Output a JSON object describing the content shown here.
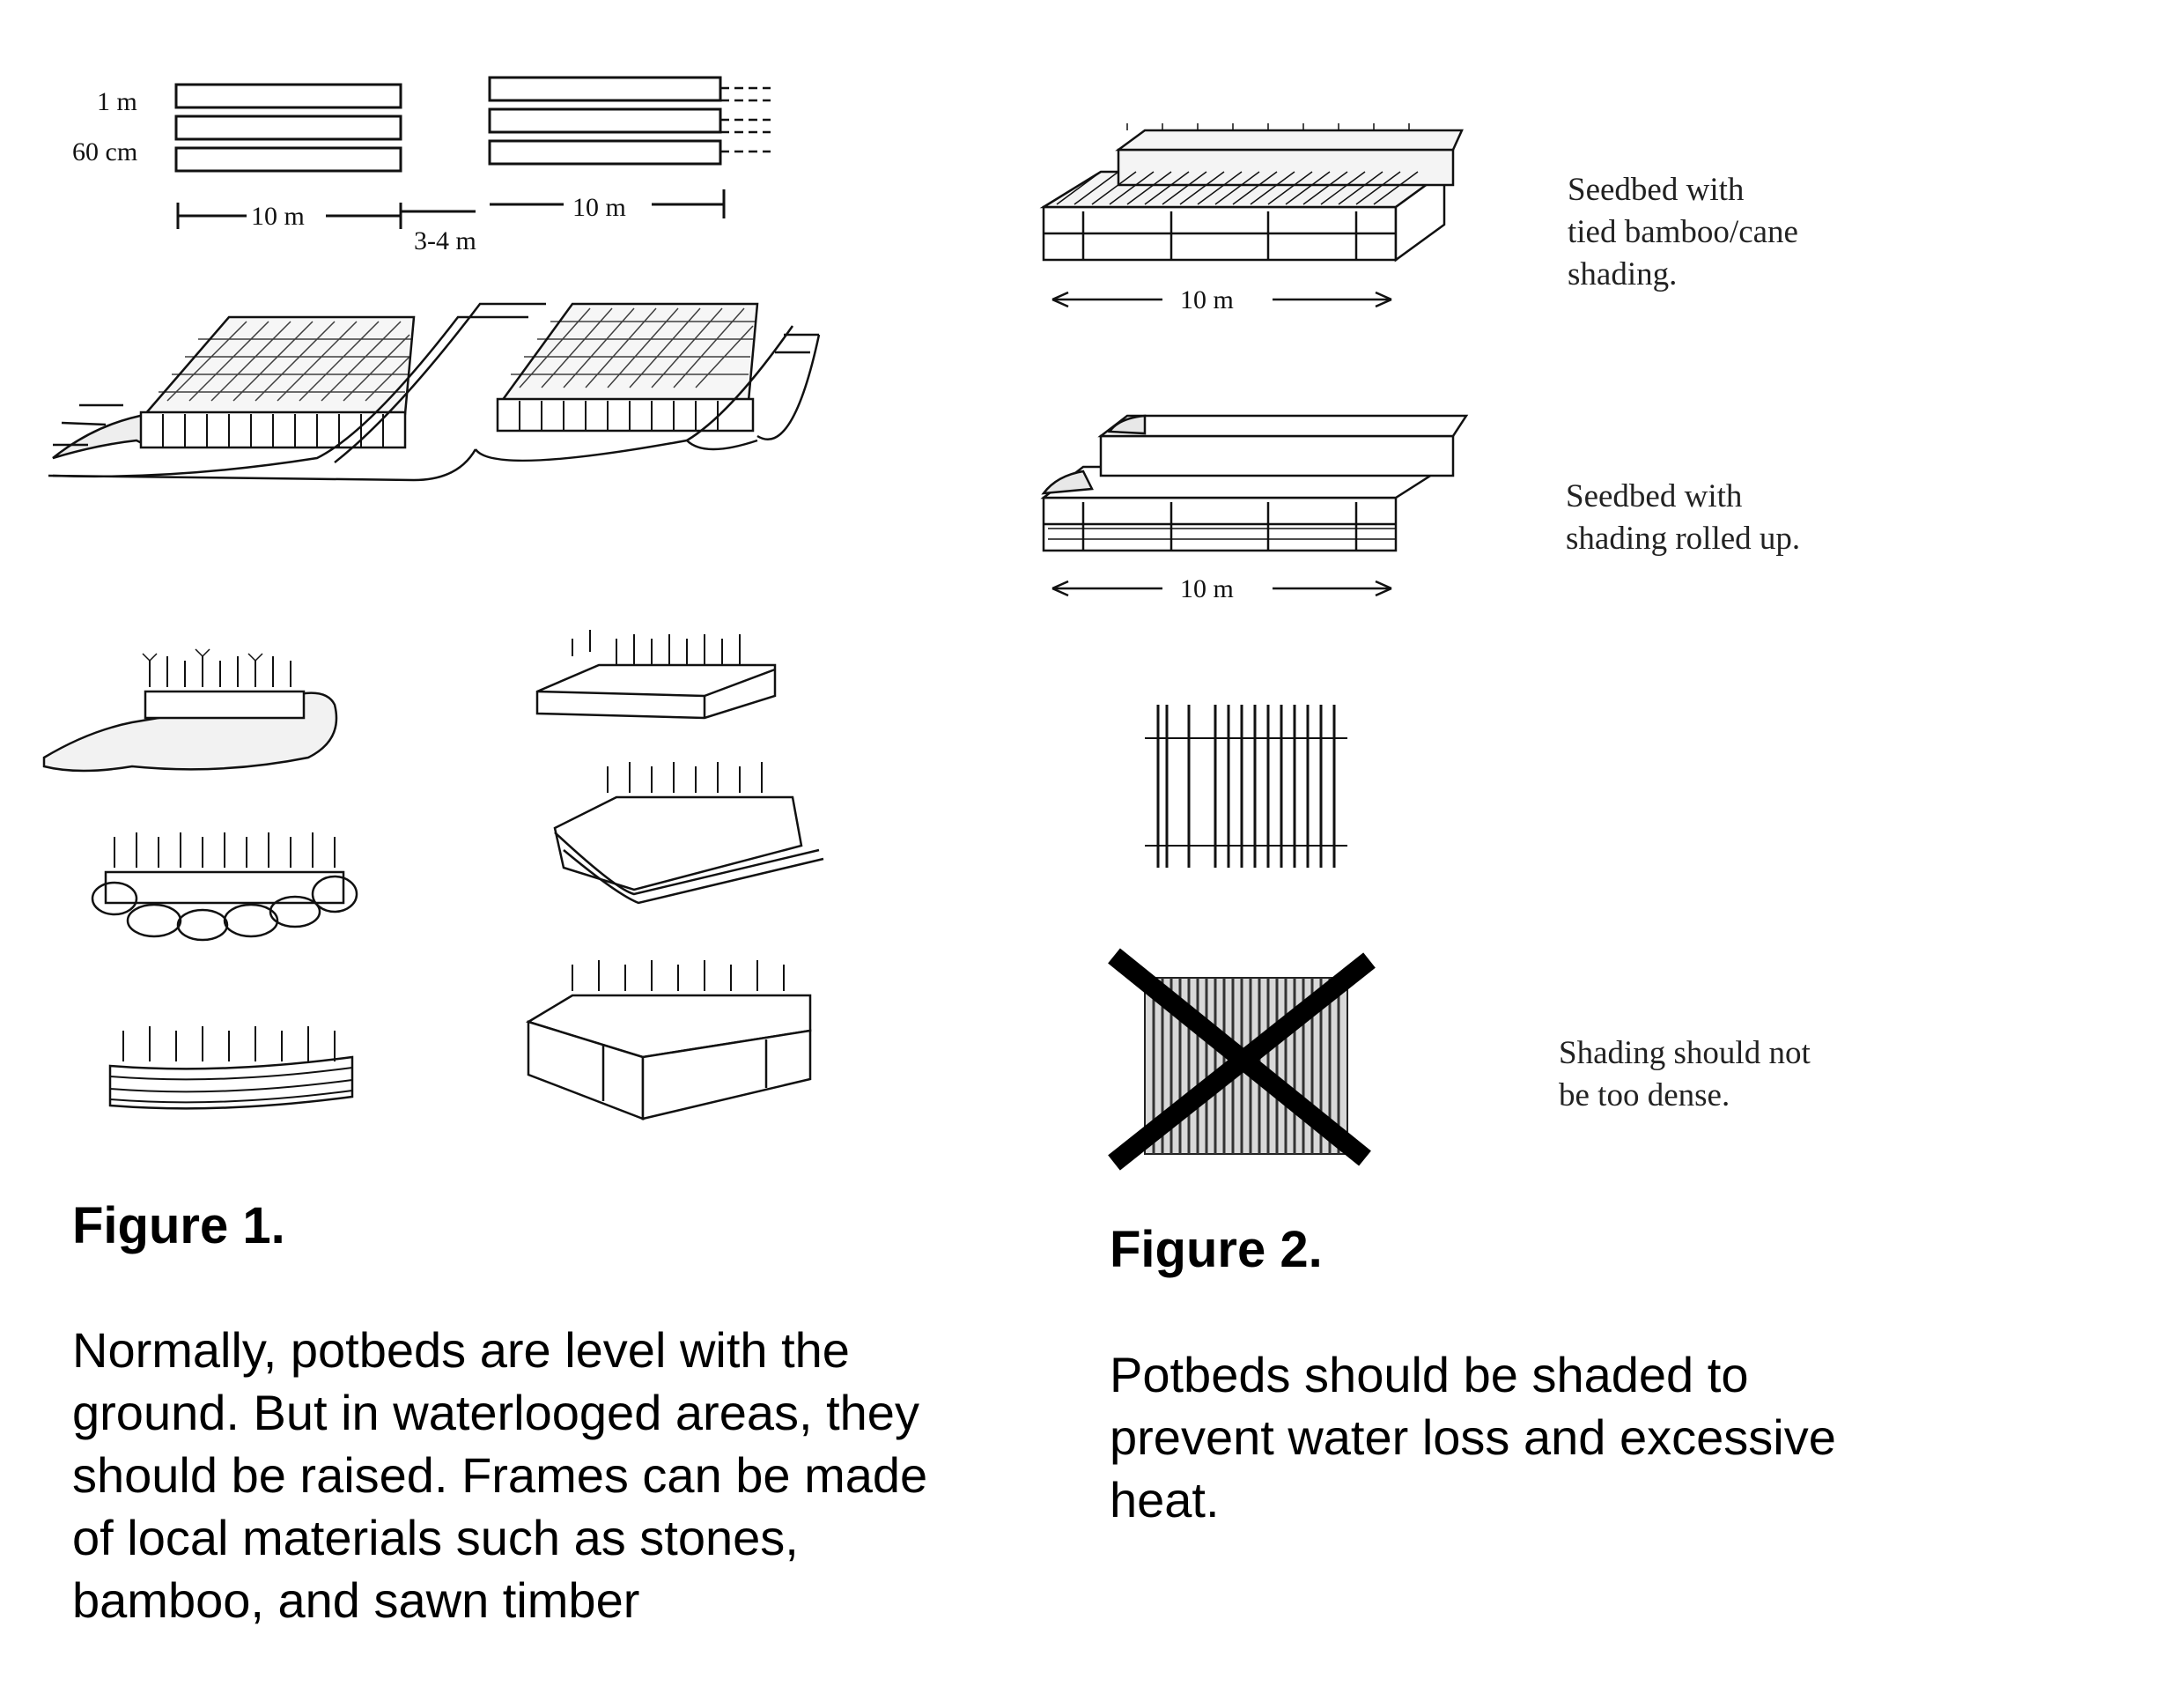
{
  "figure1": {
    "dimensions": {
      "bed_height": "1 m",
      "bed_gap": "60 cm",
      "bed_length_left": "10 m",
      "path_width": "3-4 m",
      "bed_length_right": "10 m"
    },
    "title": "Figure 1.",
    "caption_lines": [
      "Normally, potbeds are level with the",
      "ground. But in waterlooged areas, they",
      "should be raised. Frames can be made",
      "of local materials such as stones,",
      "bamboo, and sawn timber"
    ]
  },
  "figure2": {
    "dimensions": {
      "seedbed_length_top": "10 m",
      "seedbed_length_bottom": "10 m"
    },
    "labels": {
      "tied_shading": [
        "Seedbed with",
        "tied bamboo/cane",
        "shading."
      ],
      "rolled_up": [
        "Seedbed with",
        "shading rolled up."
      ],
      "too_dense": [
        "Shading should not",
        "be too dense."
      ]
    },
    "title": "Figure 2.",
    "caption_lines": [
      "Potbeds should be shaded to",
      "prevent water loss and excessive",
      "heat."
    ]
  }
}
